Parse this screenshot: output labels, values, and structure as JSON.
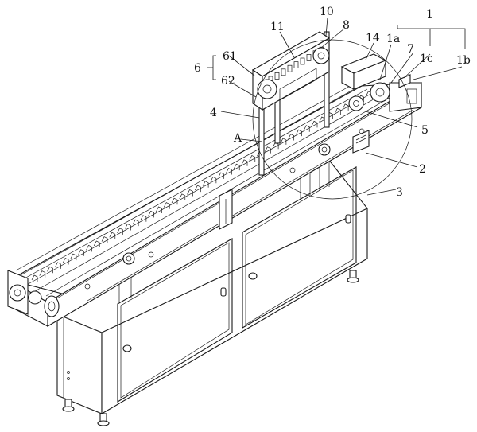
{
  "labels": {
    "l1": "1",
    "l1a": "1a",
    "l1b": "1b",
    "l1c": "1c",
    "l2": "2",
    "l3": "3",
    "l4": "4",
    "l5": "5",
    "l6": "6",
    "l61": "61",
    "l62": "62",
    "l7": "7",
    "l8": "8",
    "l10": "10",
    "l11": "11",
    "l14": "14",
    "lA": "A"
  }
}
